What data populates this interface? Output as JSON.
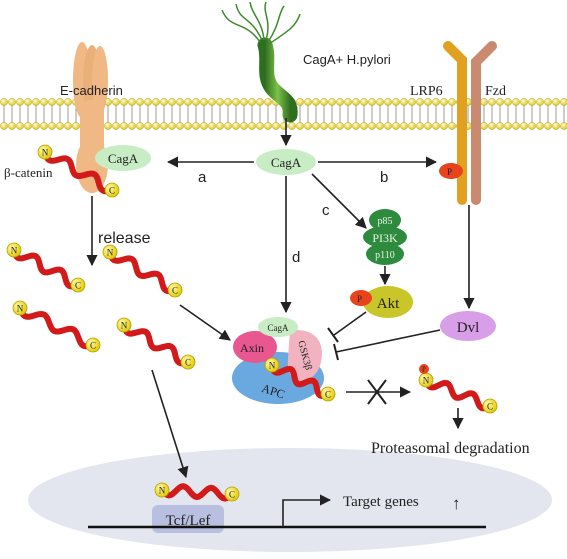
{
  "labels": {
    "bacterium": "CagA+ H.pylori",
    "e_cadherin": "E-cadherin",
    "lrp6": "LRP6",
    "fzd": "Fzd",
    "beta_catenin": "β-catenin",
    "caga_bound": "CagA",
    "caga_center": "CagA",
    "release": "release",
    "path_a": "a",
    "path_b": "b",
    "path_c": "c",
    "path_d": "d",
    "p85": "p85",
    "pi3k": "PI3K",
    "p110": "p110",
    "akt": "Akt",
    "dvl": "Dvl",
    "axin": "Axin",
    "gsk3b": "GSK3β",
    "apc": "APC",
    "caga_complex": "CagA",
    "proteasomal": "Proteasomal degradation",
    "tcf_lef": "Tcf/Lef",
    "target_genes": "Target genes",
    "up_arrow": "↑",
    "n": "N",
    "c": "C",
    "p": "P"
  },
  "colors": {
    "caga_fill": "#c8ecc4",
    "pi3k_fill": "#2e8b3e",
    "akt_fill": "#c9c62a",
    "dvl_fill": "#d99ee8",
    "axin_fill": "#e8578f",
    "gsk_fill": "#f2b3c0",
    "apc_fill": "#6aa8e0",
    "catenin_red": "#d21a1a",
    "terminal_yellow": "#f0e21a",
    "phospho_red": "#e8431a",
    "ecad_fill": "#f0b884",
    "lrp6_fill": "#e0a020",
    "fzd_fill": "#c98a70",
    "nucleus_fill": "#e3e6ef",
    "tcf_fill": "#b9bfe0",
    "membrane_head": "#f3e24a",
    "bacterium_green": "#3f8a2c"
  }
}
